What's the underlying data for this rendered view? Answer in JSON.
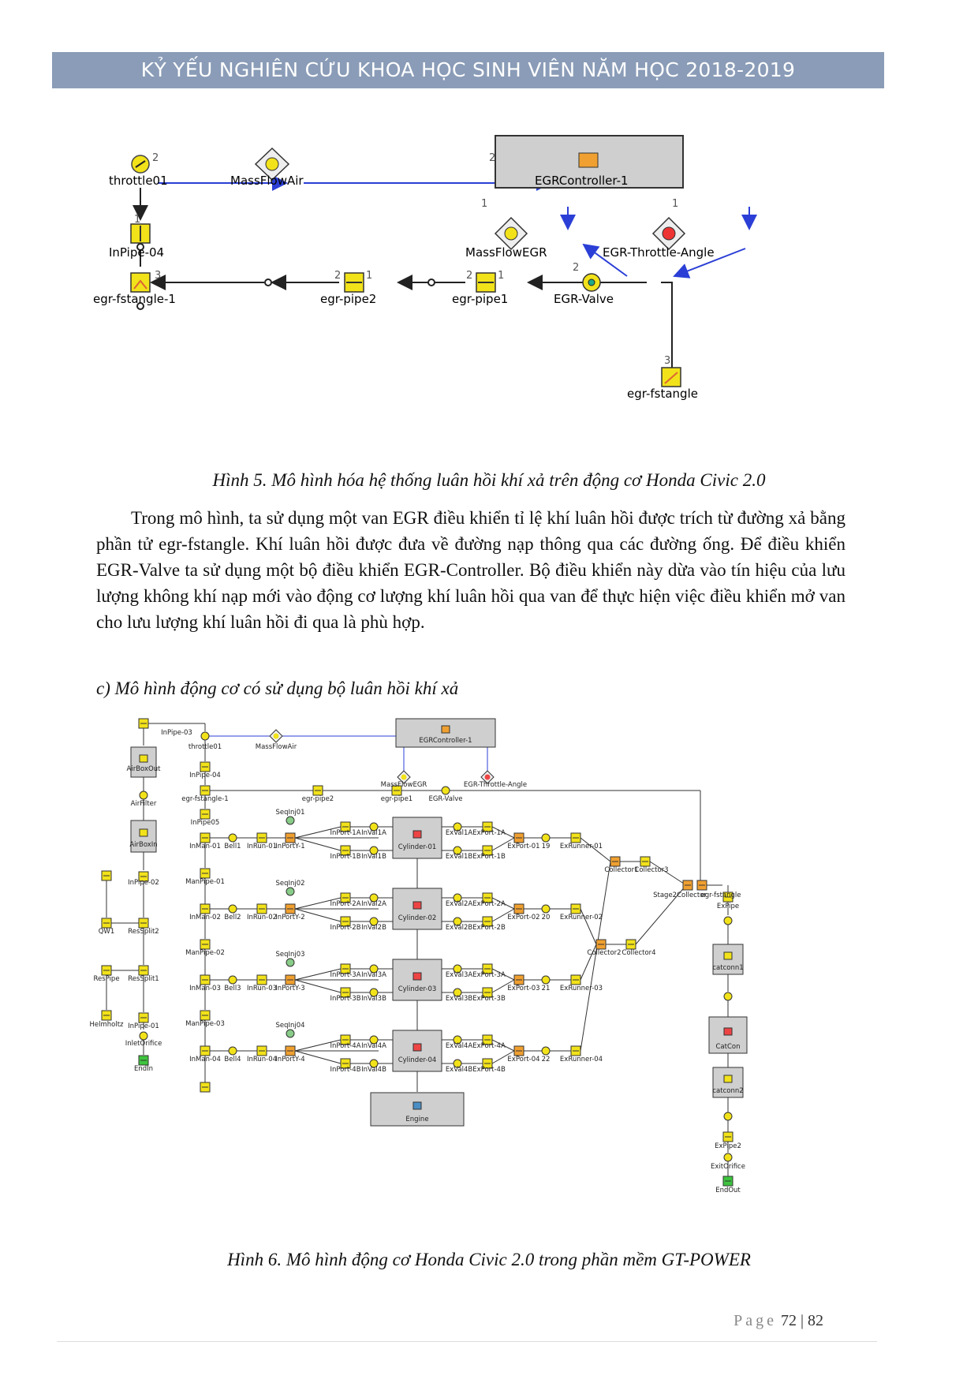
{
  "header": {
    "banner": "KỶ YẾU NGHIÊN CỨU KHOA HỌC SINH VIÊN NĂM HỌC 2018-2019"
  },
  "figure5": {
    "caption": "Hình 5. Mô hình hóa hệ thống luân hồi khí xả trên động cơ Honda Civic 2.0",
    "labels": {
      "throttle": "throttle01",
      "massflowair": "MassFlowAir",
      "controller": "EGRController-1",
      "massflowegr": "MassFlowEGR",
      "throttleangle": "EGR-Throttle-Angle",
      "inpipe": "InPipe-04",
      "fstangle1": "egr-fstangle-1",
      "pipe2": "egr-pipe2",
      "pipe1": "egr-pipe1",
      "valve": "EGR-Valve",
      "fstangle": "egr-fstangle"
    },
    "ports": {
      "p1": "1",
      "p2": "2",
      "p3": "3"
    }
  },
  "body": {
    "paragraph": "Trong mô hình, ta sử dụng một van EGR điều khiển tỉ lệ khí luân hồi được trích từ đường xả bằng phần tử egr-fstangle. Khí luân hồi được đưa về đường nạp thông qua các đường ống. Để điều khiển EGR-Valve ta sử dụng một bộ điều khiển EGR-Controller. Bộ điều khiển này dừa vào tín hiệu của lưu lượng không khí nạp mới vào động cơ lượng khí luân hồi qua van để thực hiện việc điều khiển mở van cho lưu lượng khí luân hồi đi qua là phù hợp.",
    "subheading": "c) Mô hình động cơ có sử dụng bộ luân hồi khí xả"
  },
  "figure6": {
    "caption": "Hình 6. Mô hình động cơ Honda Civic 2.0 trong phần mềm GT-POWER",
    "labels": {
      "inpipe03": "InPipe-03",
      "airboxout": "AirBoxOut",
      "airfilter": "AirFilter",
      "airboxin": "AirBoxIn",
      "inpipe02": "InPipe-02",
      "qw1": "QW1",
      "ressplit2": "ResSplit2",
      "respipe": "ResPipe",
      "ressplit1": "ResSplit1",
      "helmholtz": "Helmholtz",
      "inpipe01": "InPipe-01",
      "inletorifice": "InletOrifice",
      "endin": "EndIn",
      "throttle": "throttle01",
      "massflowair": "MassFlowAir",
      "controller": "EGRController-1",
      "massflowegr": "MassFlowEGR",
      "throttleangle": "EGR-Throttle-Angle",
      "inpipe04": "InPipe-04",
      "fstangle1": "egr-fstangle-1",
      "pipe2": "egr-pipe2",
      "pipe1": "egr-pipe1",
      "valve": "EGR-Valve",
      "inpipe05": "InPipe05",
      "engine": "Engine",
      "collector1": "Collector1",
      "collector2": "Collector2",
      "collector3": "Collector3",
      "collector4": "Collector4",
      "stage2": "Stage2Collector",
      "stage2angle": "egr-fstangle",
      "expipe": "ExPipe",
      "catconn1": "catconn1",
      "catcon": "CatCon",
      "catconn2": "catconn2",
      "expipe2": "ExPipe2",
      "exitorifice": "ExitOrifice",
      "endout": "EndOut"
    },
    "cylinders": [
      {
        "cyl": "Cylinder-01",
        "man": "InMan-01",
        "bell": "Bell1",
        "run": "InRun-01",
        "porty": "InPortY-1",
        "seq": "SeqInj01",
        "pa": "InPort-1A",
        "pb": "InPort-1B",
        "va": "InVal1A",
        "vb": "InVal1B",
        "eva": "ExVal1A",
        "evb": "ExVal1B",
        "epa": "ExPort-1A",
        "epb": "ExPort-1B",
        "ep": "ExPort-01",
        "er": "ExRunner-01",
        "num": "19",
        "manpipe": "ManPipe-01"
      },
      {
        "cyl": "Cylinder-02",
        "man": "InMan-02",
        "bell": "Bell2",
        "run": "InRun-02",
        "porty": "InPortY-2",
        "seq": "SeqInj02",
        "pa": "InPort-2A",
        "pb": "InPort-2B",
        "va": "InVal2A",
        "vb": "InVal2B",
        "eva": "ExVal2A",
        "evb": "ExVal2B",
        "epa": "ExPort-2A",
        "epb": "ExPort-2B",
        "ep": "ExPort-02",
        "er": "ExRunner-02",
        "num": "20",
        "manpipe": "ManPipe-02"
      },
      {
        "cyl": "Cylinder-03",
        "man": "InMan-03",
        "bell": "Bell3",
        "run": "InRun-03",
        "porty": "InPortY-3",
        "seq": "SeqInj03",
        "pa": "InPort-3A",
        "pb": "InPort-3B",
        "va": "InVal3A",
        "vb": "InVal3B",
        "eva": "ExVal3A",
        "evb": "ExVal3B",
        "epa": "ExPort-3A",
        "epb": "ExPort-3B",
        "ep": "ExPort-03",
        "er": "ExRunner-03",
        "num": "21",
        "manpipe": "ManPipe-03"
      },
      {
        "cyl": "Cylinder-04",
        "man": "InMan-04",
        "bell": "Bell4",
        "run": "InRun-04",
        "porty": "InPortY-4",
        "seq": "SeqInj04",
        "pa": "InPort-4A",
        "pb": "InPort-4B",
        "va": "InVal4A",
        "vb": "InVal4B",
        "eva": "ExVal4A",
        "evb": "ExVal4B",
        "epa": "ExPort-4A",
        "epb": "ExPort-4B",
        "ep": "ExPort-04",
        "er": "ExRunner-04",
        "num": "22",
        "manpipe": ""
      }
    ]
  },
  "footer": {
    "page_word": "Page",
    "page": "72 | 82"
  },
  "colors": {
    "banner": "#8a9cb7",
    "signal": "#2b3fd6",
    "block": "#d0d0d0",
    "node_yellow": "#f2e21a",
    "end_green": "#3ec43e"
  }
}
